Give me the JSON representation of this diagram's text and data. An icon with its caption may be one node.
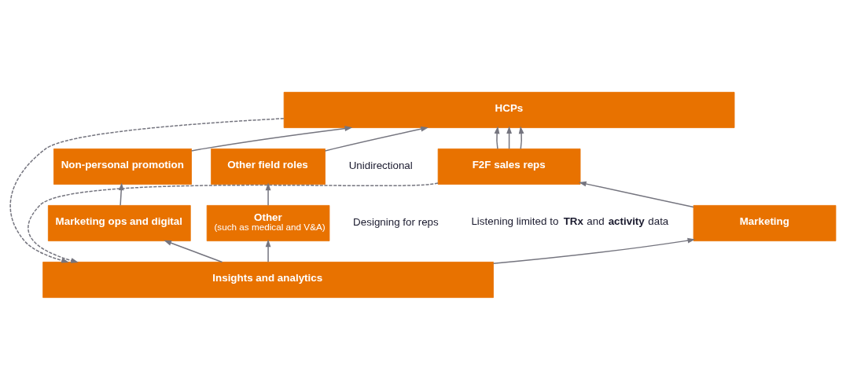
{
  "diagram": {
    "nodes": [
      {
        "text": [
          "HCPs"
        ]
      },
      {
        "text": [
          "F2F sales reps"
        ]
      },
      {
        "text": [
          "Non-personal promotion"
        ]
      },
      {
        "text": [
          "Other field roles"
        ]
      },
      {
        "text": [
          "Marketing"
        ]
      },
      {
        "text": [
          "Marketing ops and digital"
        ]
      },
      {
        "text": [
          "Other",
          "(such as medical and V&A)"
        ]
      },
      {
        "text": [
          "Insights and analytics"
        ]
      }
    ],
    "edges": [
      {
        "from": 1,
        "to": 0,
        "arrow": "to"
      },
      {
        "from": 1,
        "to": 0,
        "arrow": "to"
      },
      {
        "from": 1,
        "to": 0,
        "arrow": "to"
      },
      {
        "from": 2,
        "to": 0,
        "arrow": "to"
      },
      {
        "from": 3,
        "to": 0,
        "arrow": "to"
      },
      {
        "from": 4,
        "to": 1,
        "arrow": "to"
      },
      {
        "from": 5,
        "to": 2,
        "arrow": "to"
      },
      {
        "from": 6,
        "to": 3,
        "arrow": "to"
      },
      {
        "from": 7,
        "to": 4,
        "arrow": "to"
      },
      {
        "from": 7,
        "to": 5,
        "arrow": "to"
      },
      {
        "from": 7,
        "to": 6,
        "arrow": "to"
      },
      {
        "from": 0,
        "to": 7,
        "arrow": "to",
        "style": "dashed"
      },
      {
        "from": 1,
        "to": 7,
        "arrow": "to",
        "style": "dashed"
      }
    ],
    "labels": [
      "Unidirectional",
      "Designing for reps",
      "Listening limited to **TRx** and **activity** data"
    ]
  }
}
